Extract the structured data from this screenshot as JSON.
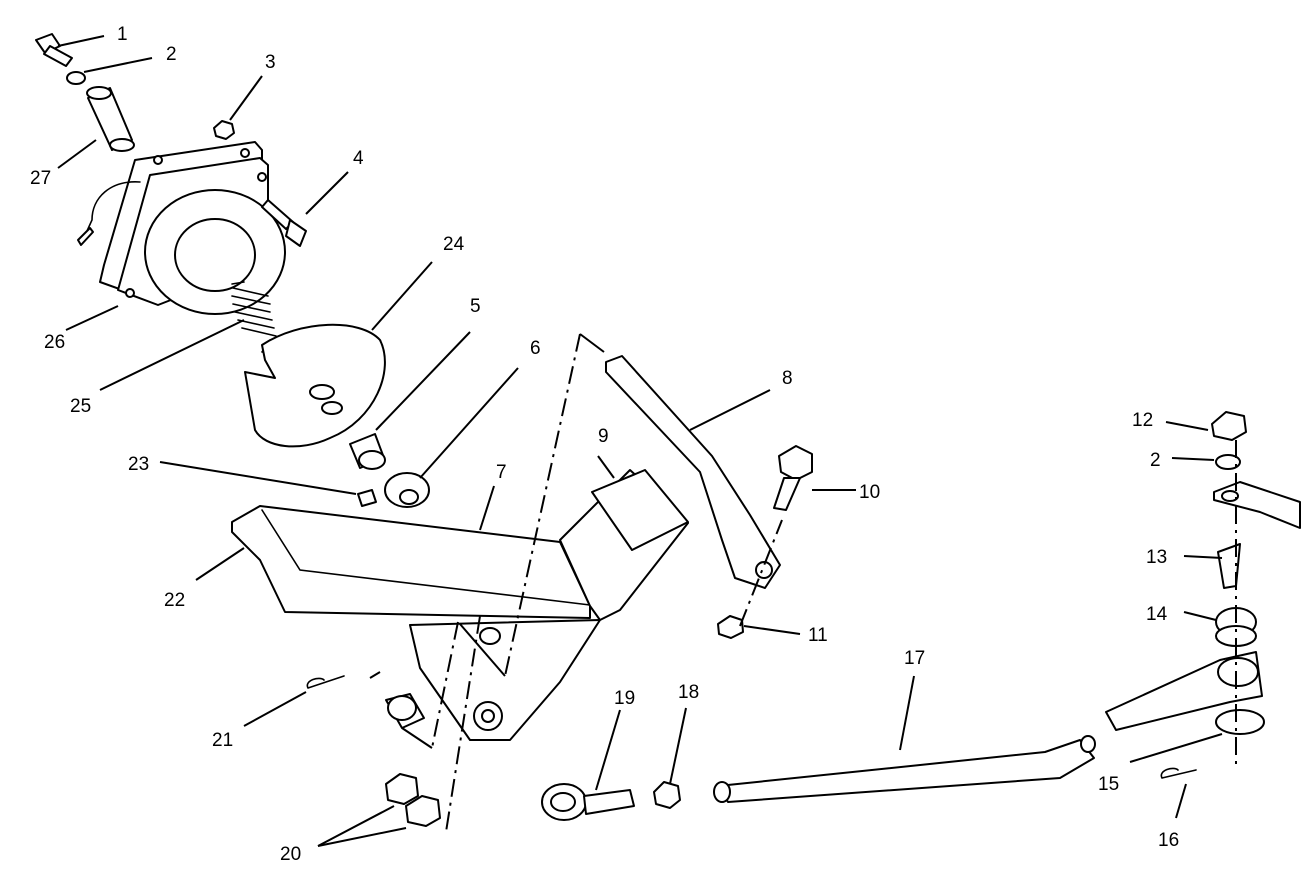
{
  "diagram": {
    "callouts": [
      "1",
      "2",
      "3",
      "4",
      "24",
      "5",
      "6",
      "8",
      "9",
      "23",
      "7",
      "10",
      "22",
      "11",
      "12",
      "2",
      "13",
      "14",
      "17",
      "18",
      "19",
      "21",
      "20",
      "15",
      "16",
      "26",
      "25",
      "27"
    ]
  }
}
